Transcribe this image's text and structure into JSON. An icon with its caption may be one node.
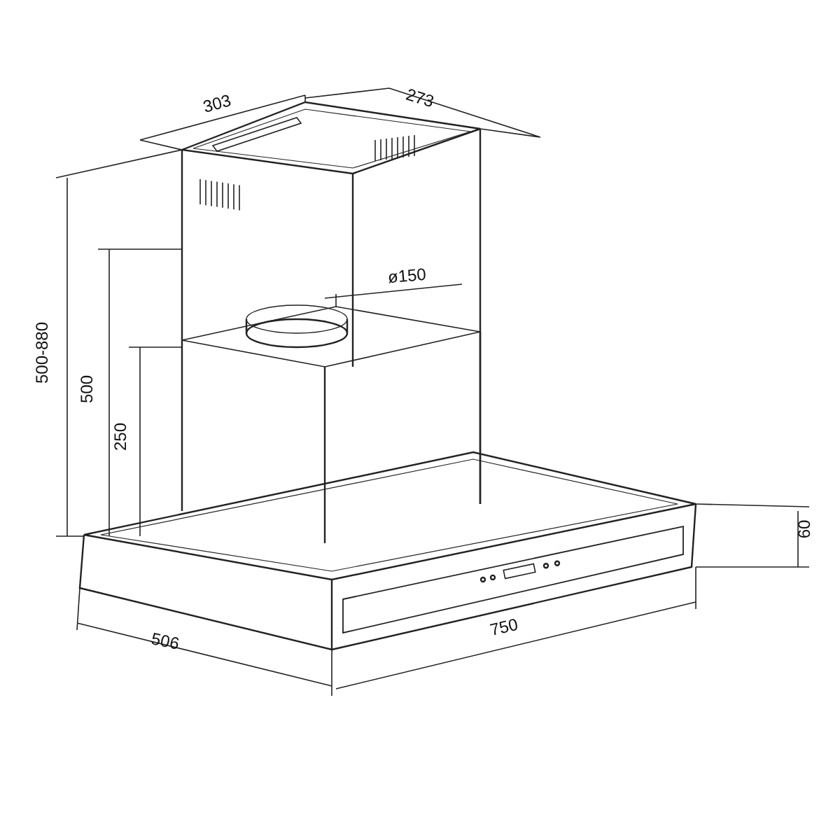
{
  "diagram": {
    "labels": [
      "303",
      "273",
      "ø150",
      "500-880",
      "500",
      "250",
      "60",
      "750",
      "506"
    ]
  }
}
